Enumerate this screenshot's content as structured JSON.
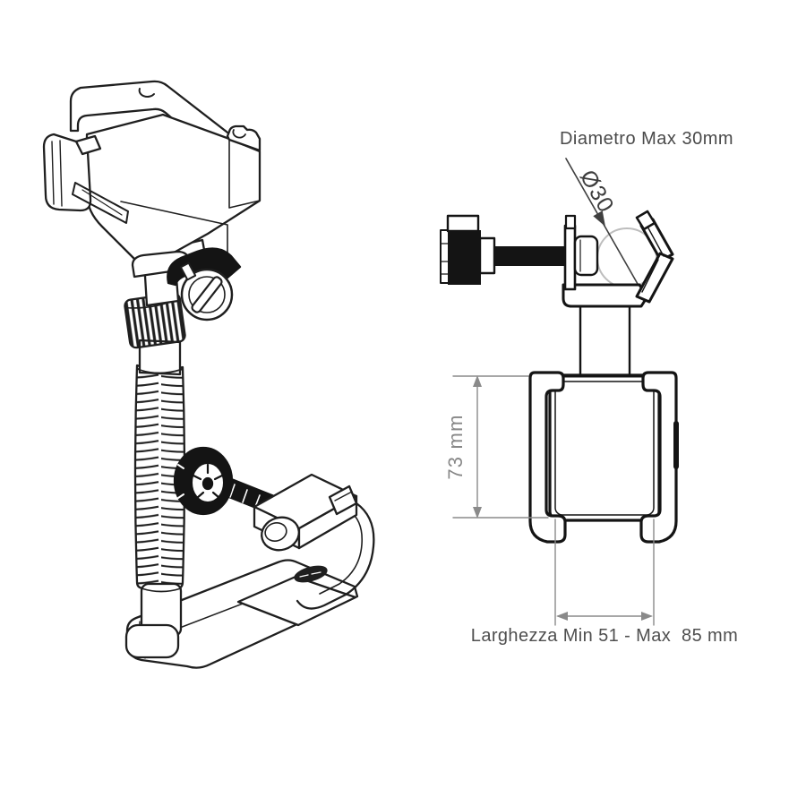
{
  "drawing": {
    "type": "technical-line-drawing",
    "subject": "handlebar phone holder with flexible gooseneck and tube clamp",
    "views": [
      {
        "id": "isometric-view"
      },
      {
        "id": "side-view"
      }
    ]
  },
  "labels": {
    "diameter_note": "Diametro Max 30mm",
    "diameter_symbol": "Ø30",
    "height_dimension": "73 mm",
    "width_dimension": "Larghezza Min 51 - Max  85 mm"
  },
  "dimensions": {
    "clamp_max_diameter_mm": 30,
    "cradle_height_mm": 73,
    "cradle_width_min_mm": 51,
    "cradle_width_max_mm": 85
  },
  "colors": {
    "background": "#ffffff",
    "line": "#1f1f1f",
    "heavy_line": "#141414",
    "dimension_line": "#8a8a8a",
    "annotation_text": "#4a4a4a",
    "tube_circle": "#bdbdbd",
    "solid_fill": "#141414"
  }
}
